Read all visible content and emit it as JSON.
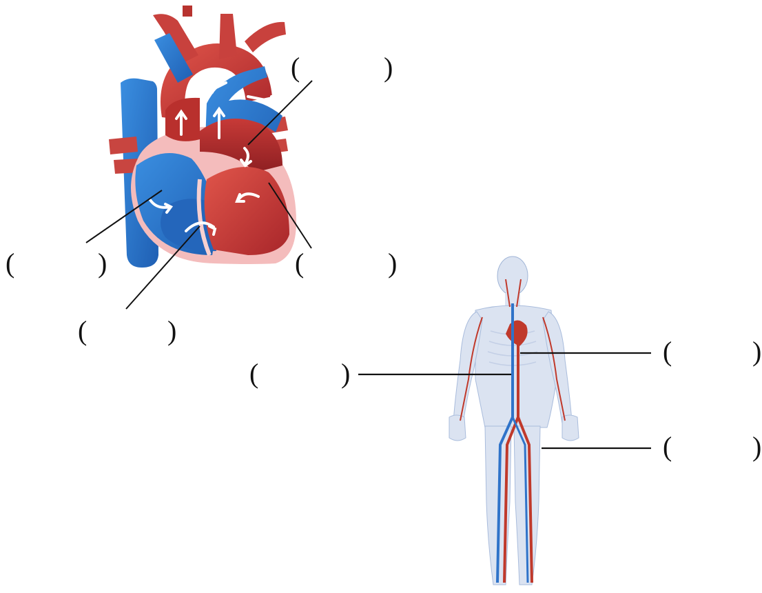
{
  "heart": {
    "labels": [
      {
        "id": "top-right",
        "open": "(",
        "close": ")"
      },
      {
        "id": "left",
        "open": "(",
        "close": ")"
      },
      {
        "id": "right",
        "open": "(",
        "close": ")"
      },
      {
        "id": "bottom",
        "open": "(",
        "close": ")"
      }
    ]
  },
  "body": {
    "labels": [
      {
        "id": "aorta-right",
        "open": "(",
        "close": ")"
      },
      {
        "id": "vena-left",
        "open": "(",
        "close": ")"
      },
      {
        "id": "leg-right",
        "open": "(",
        "close": ")"
      }
    ]
  },
  "colors": {
    "artery": "#c0392b",
    "vein": "#2f73c9",
    "pericardium": "#f3b8b8",
    "leader": "#111111"
  }
}
